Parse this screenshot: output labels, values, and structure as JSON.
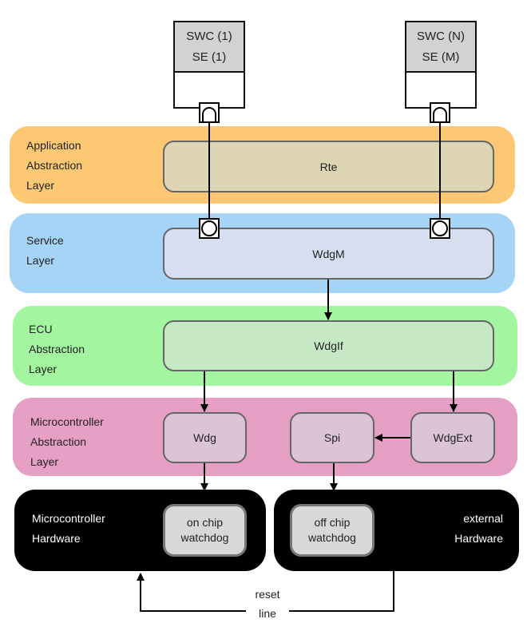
{
  "swc_components": [
    {
      "name": "SWC (1)",
      "se": "SE (1)"
    },
    {
      "name": "SWC (N)",
      "se": "SE (M)"
    }
  ],
  "layers": {
    "application": {
      "label": [
        "Application",
        "Abstraction",
        "Layer"
      ],
      "color": "#fcc874",
      "modules": [
        {
          "name": "Rte",
          "color": "#ddd5b4"
        }
      ]
    },
    "service": {
      "label": [
        "Service",
        "Layer"
      ],
      "color": "#a6d4f7",
      "modules": [
        {
          "name": "WdgM",
          "color": "#d6dff0"
        }
      ]
    },
    "ecu_abstraction": {
      "label": [
        "ECU",
        "Abstraction",
        "Layer"
      ],
      "color": "#a4f5a0",
      "modules": [
        {
          "name": "WdgIf",
          "color": "#c6e8c4"
        }
      ]
    },
    "microcontroller_abstraction": {
      "label": [
        "Microcontroller",
        "Abstraction",
        "Layer"
      ],
      "color": "#e6a0c6",
      "modules": [
        {
          "name": "Wdg",
          "color": "#dcc4d8"
        },
        {
          "name": "Spi",
          "color": "#dcc4d8"
        },
        {
          "name": "WdgExt",
          "color": "#dcc4d8"
        }
      ]
    }
  },
  "hardware": {
    "microcontroller": {
      "label": [
        "Microcontroller",
        "Hardware"
      ],
      "watchdog": [
        "on chip",
        "watchdog"
      ]
    },
    "external": {
      "label": [
        "external",
        "Hardware"
      ],
      "watchdog": [
        "off chip",
        "watchdog"
      ]
    }
  },
  "reset_line": [
    "reset",
    "line"
  ],
  "connections": [
    {
      "from": "SWC (1)",
      "to": "WdgM",
      "type": "port"
    },
    {
      "from": "SWC (N)",
      "to": "WdgM",
      "type": "port"
    },
    {
      "from": "WdgM",
      "to": "WdgIf",
      "type": "arrow"
    },
    {
      "from": "WdgIf",
      "to": "Wdg",
      "type": "arrow"
    },
    {
      "from": "WdgIf",
      "to": "WdgExt",
      "type": "arrow"
    },
    {
      "from": "WdgExt",
      "to": "Spi",
      "type": "arrow"
    },
    {
      "from": "Wdg",
      "to": "on chip watchdog",
      "type": "arrow"
    },
    {
      "from": "Spi",
      "to": "off chip watchdog",
      "type": "arrow"
    },
    {
      "from": "off chip watchdog",
      "to": "Microcontroller Hardware",
      "type": "reset-line"
    }
  ]
}
